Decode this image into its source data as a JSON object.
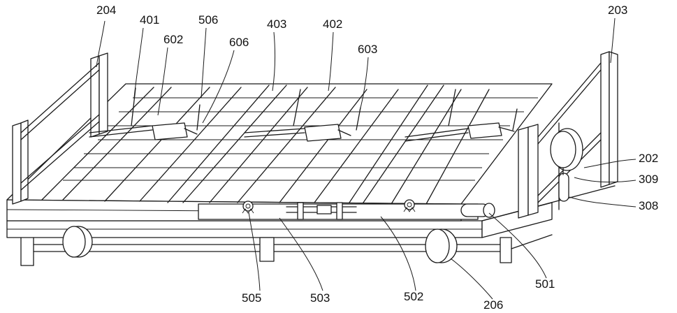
{
  "labels": {
    "l204": "204",
    "l401": "401",
    "l602": "602",
    "l506": "506",
    "l606": "606",
    "l403": "403",
    "l402": "402",
    "l603": "603",
    "l203": "203",
    "l202": "202",
    "l309": "309",
    "l308": "308",
    "l505": "505",
    "l503": "503",
    "l502": "502",
    "l206": "206",
    "l501": "501"
  }
}
